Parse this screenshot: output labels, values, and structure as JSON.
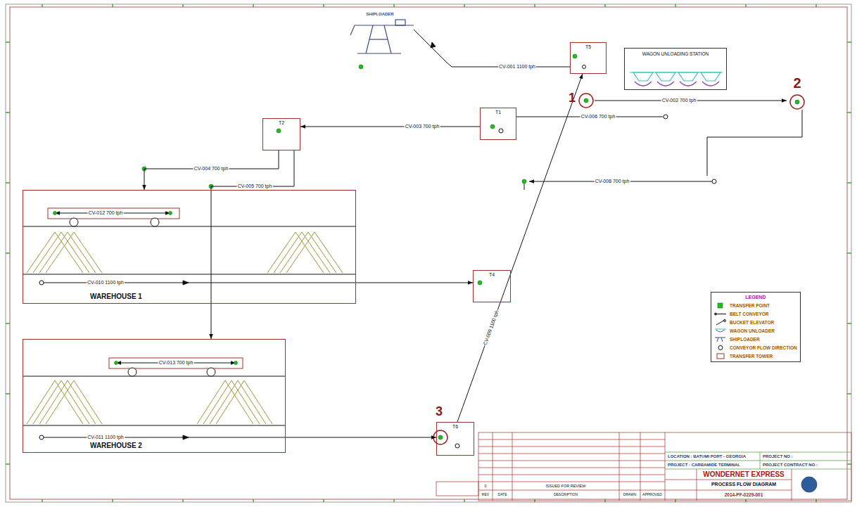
{
  "diagram": {
    "nodes": [
      {
        "text": [
          "T5"
        ]
      },
      {
        "text": [
          "WAGON UNLOADING STATION"
        ]
      },
      {
        "text": [
          "T1"
        ]
      },
      {
        "text": [
          "T2"
        ]
      },
      {
        "text": [
          "WAREHOUSE 1"
        ]
      },
      {
        "text": [
          "T4"
        ]
      },
      {
        "text": [
          "WAREHOUSE 2"
        ]
      },
      {
        "text": [
          "T6"
        ]
      },
      {
        "text": [
          "LEGEND"
        ]
      }
    ],
    "edges": [
      {
        "from": 3,
        "to": 4,
        "arrow": "to",
        "label": "CV-004 700 tph"
      },
      {
        "from": 3,
        "to": 6,
        "arrow": "to",
        "label": "CV-005 700 tph"
      },
      {
        "from": 2,
        "to": 3,
        "arrow": "to",
        "label": "CV-003 700 tph"
      },
      {
        "from": 4,
        "to": 5,
        "arrow": "to",
        "label": "CV-010 1100 tph"
      },
      {
        "from": 6,
        "to": 7,
        "arrow": "to",
        "label": "CV-011 1100 tph"
      },
      {
        "from": 7,
        "to": 0,
        "arrow": "to",
        "label": "CV-009 1100 tph"
      }
    ],
    "labels": [
      "SHIPLOADER",
      "CV-001 1100 tph",
      "1",
      "2",
      "3",
      "CV-002 700 tph",
      "CV-006 700 tph",
      "CV-008 700 tph",
      "CV-012 700 tph",
      "CV-013 700 tph",
      "LOCATION : BATUMI PORT - GEORGIA",
      "PROJECT : CARBAMIDE TERMINAL",
      "PROJECT NO :",
      "PROJECT CONTRACT NO :",
      "WONDERNET EXPRESS",
      "PROCESS FLOW DIAGRAM",
      "2014-PF-0229-001",
      "0",
      "ISSUED FOR REVIEW",
      "REV",
      "DATE",
      "DESCRIPTION",
      "DRAWN",
      "APPROVED"
    ],
    "legend": [
      {
        "text": "TRANSFER POINT",
        "color": "#22bb22"
      },
      {
        "text": "BELT CONVEYOR"
      },
      {
        "text": "BUCKET ELEVATOR"
      },
      {
        "text": "WAGON UNLOADER"
      },
      {
        "text": "SHIPLOADER"
      },
      {
        "text": "CONVEYOR FLOW DIRECTION"
      },
      {
        "text": "TRANSFER TOWER"
      }
    ]
  }
}
